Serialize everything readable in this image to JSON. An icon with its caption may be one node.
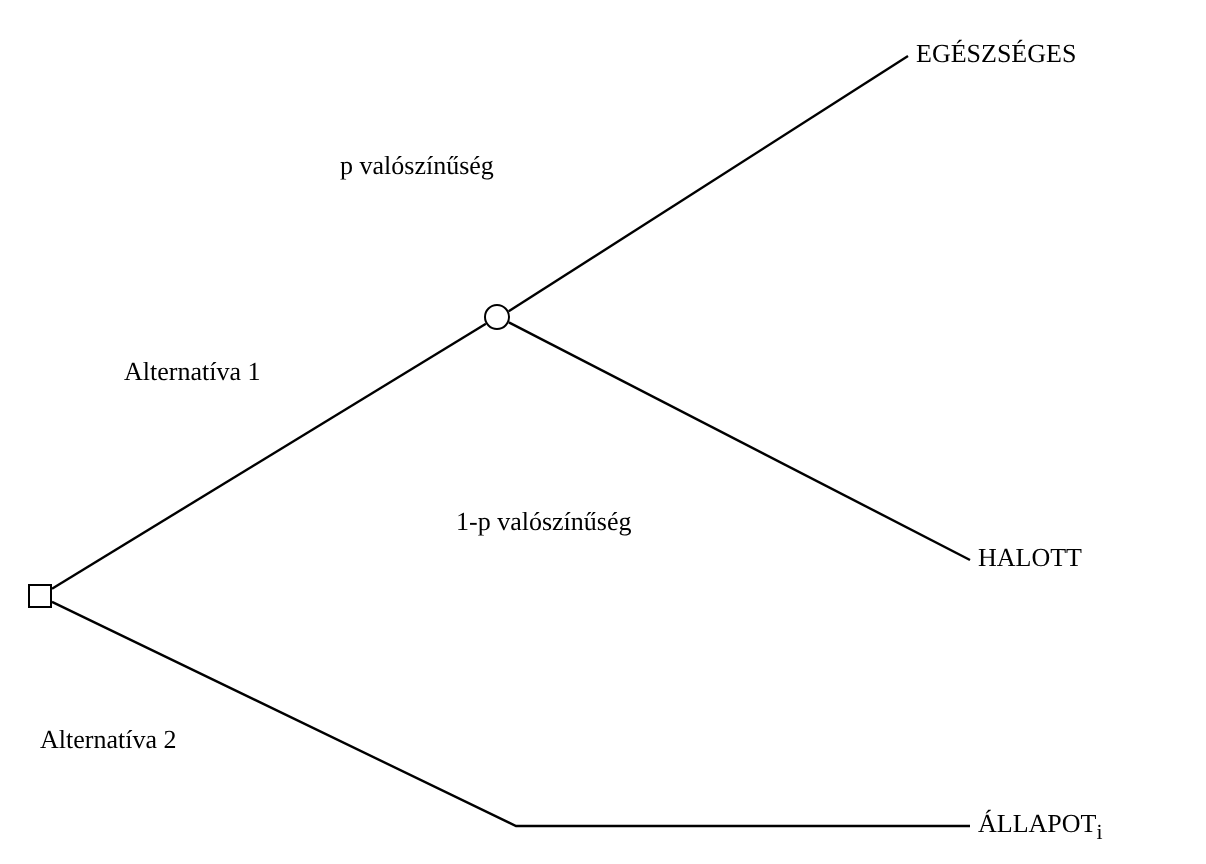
{
  "diagram": {
    "nodes": [
      {
        "text": [],
        "shape": "box"
      },
      {
        "text": [],
        "shape": "circle"
      },
      {
        "text": [
          "EGÉSZSÉGES"
        ]
      },
      {
        "text": [
          "HALOTT"
        ]
      },
      {
        "text": [
          "ÁLLAPOT$_{i}$"
        ]
      }
    ],
    "edges": [
      {
        "from": 0,
        "to": 1,
        "arrow": "none",
        "label": "Alternatíva 1"
      },
      {
        "from": 1,
        "to": 2,
        "arrow": "none",
        "label": "p valószínűség"
      },
      {
        "from": 1,
        "to": 3,
        "arrow": "none",
        "label": "1-p valószínűség"
      },
      {
        "from": 0,
        "to": 4,
        "arrow": "none",
        "label": "Alternatíva 2"
      }
    ]
  }
}
